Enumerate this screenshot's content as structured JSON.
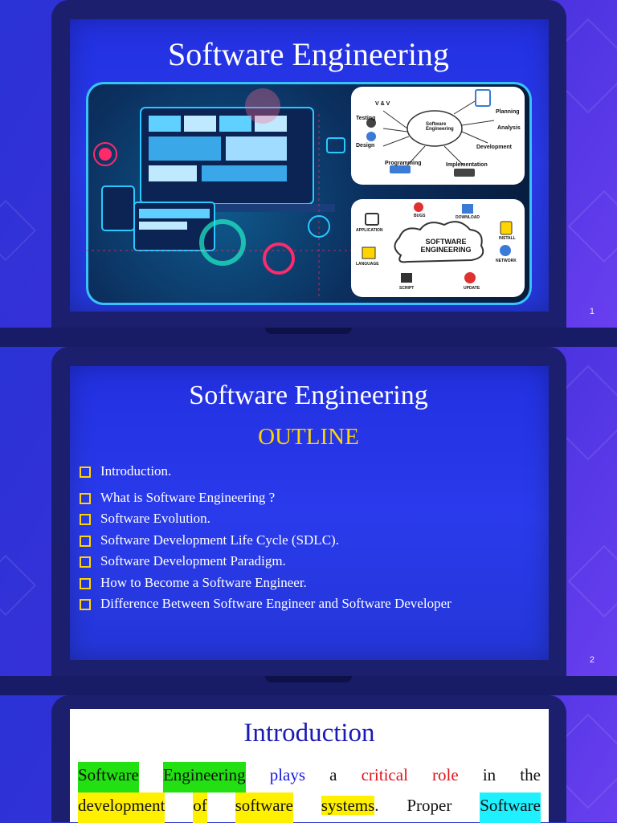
{
  "slides": [
    {
      "title": "Software Engineering",
      "page_number": "1",
      "image": {
        "diagram1": {
          "center": "Software Engineering",
          "labels": [
            "V & V",
            "Testing",
            "Design",
            "Programming",
            "Implementation",
            "Development",
            "Analysis",
            "Planning"
          ]
        },
        "diagram2": {
          "center": "SOFTWARE ENGINEERING",
          "labels": [
            "APPLICATION",
            "BUGS",
            "DOWNLOAD",
            "INSTALL",
            "NETWORK",
            "UPDATE",
            "SCRIPT",
            "LANGUAGE"
          ]
        }
      }
    },
    {
      "title": "Software Engineering",
      "subtitle": "OUTLINE",
      "page_number": "2",
      "items": [
        "Introduction.",
        "What is Software Engineering ?",
        "Software Evolution.",
        "Software Development Life Cycle (SDLC).",
        "Software Development Paradigm.",
        "How to Become a Software Engineer.",
        "Difference Between Software Engineer and Software Developer"
      ]
    },
    {
      "title": "Introduction",
      "line1": [
        "Software",
        "Engineering",
        "plays",
        "a",
        "critical",
        "role",
        "in",
        "the"
      ],
      "line2": [
        "development",
        "of",
        "software",
        "systems",
        ".",
        "Proper",
        "Software"
      ]
    }
  ],
  "colors": {
    "outline_yellow": "#ffd400",
    "intro_title_blue": "#1a1ab5",
    "highlight_green": "#22e012",
    "highlight_yellow": "#fff000",
    "highlight_cyan": "#1ff0ff"
  }
}
